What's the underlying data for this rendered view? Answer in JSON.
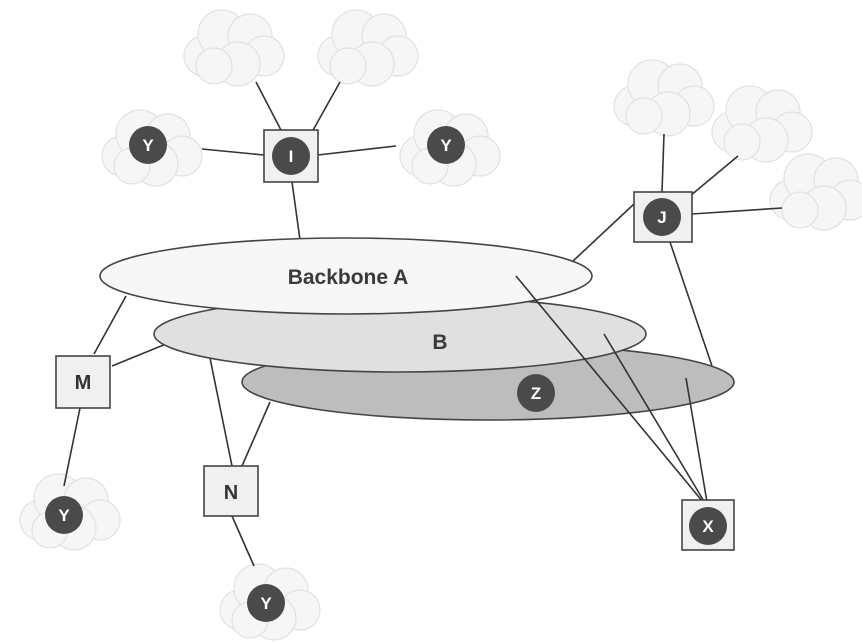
{
  "networks": {
    "a": "Backbone A",
    "b": "B",
    "z": "Z"
  },
  "routers": {
    "i": "I",
    "j": "J",
    "m": "M",
    "n": "N",
    "x": "X"
  },
  "hosts": {
    "y_left": "Y",
    "y_right": "Y",
    "y_m": "Y",
    "y_n": "Y"
  },
  "colors": {
    "backbone_a_fill": "#f7f7f7",
    "network_b_fill": "#e0e0e0",
    "network_z_fill": "#bdbdbd",
    "badge_fill": "#4a4a4a",
    "cloud_fill": "#f6f6f6"
  }
}
